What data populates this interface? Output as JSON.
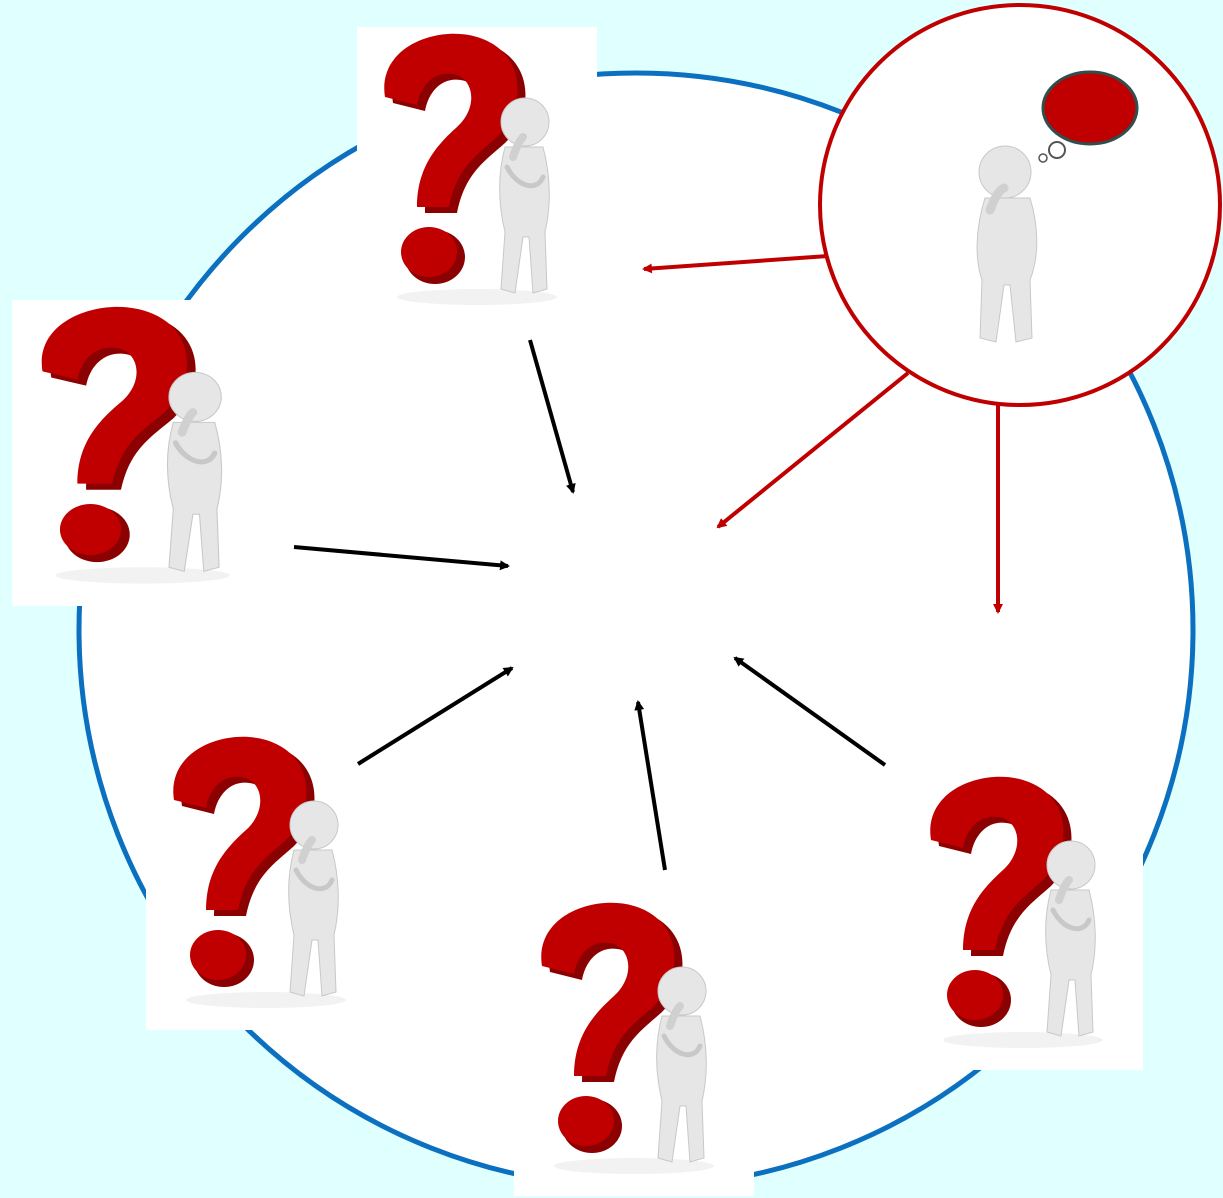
{
  "diagram": {
    "colors": {
      "background": "#e0ffff",
      "ring": "#0b70c0",
      "thinker_accent": "#c00000",
      "thought_bubble": "#c00000",
      "thought_bubble_outline": "#2f4f4f",
      "question_mark": "#c00000",
      "question_mark_shade": "#8b0000",
      "figure": "#e6e6e6",
      "black_arrow": "#000000"
    },
    "nodes": [
      {
        "id": "confused-figure-top",
        "icon": "question-mark-figure"
      },
      {
        "id": "confused-figure-left",
        "icon": "question-mark-figure"
      },
      {
        "id": "confused-figure-bottom-left",
        "icon": "question-mark-figure"
      },
      {
        "id": "confused-figure-bottom",
        "icon": "question-mark-figure"
      },
      {
        "id": "confused-figure-bottom-right",
        "icon": "question-mark-figure"
      },
      {
        "id": "thinker-with-idea",
        "icon": "thinking-figure-with-thought-bubble"
      }
    ],
    "edges": [
      {
        "from": "confused-figure-top",
        "to": "center",
        "color": "black"
      },
      {
        "from": "confused-figure-left",
        "to": "center",
        "color": "black"
      },
      {
        "from": "confused-figure-bottom-left",
        "to": "center",
        "color": "black"
      },
      {
        "from": "confused-figure-bottom",
        "to": "center",
        "color": "black"
      },
      {
        "from": "confused-figure-bottom-right",
        "to": "center",
        "color": "black"
      },
      {
        "from": "thinker-with-idea",
        "to": "confused-figure-top",
        "color": "red"
      },
      {
        "from": "thinker-with-idea",
        "to": "center",
        "color": "red"
      },
      {
        "from": "thinker-with-idea",
        "to": "ring-right",
        "color": "red"
      }
    ]
  }
}
